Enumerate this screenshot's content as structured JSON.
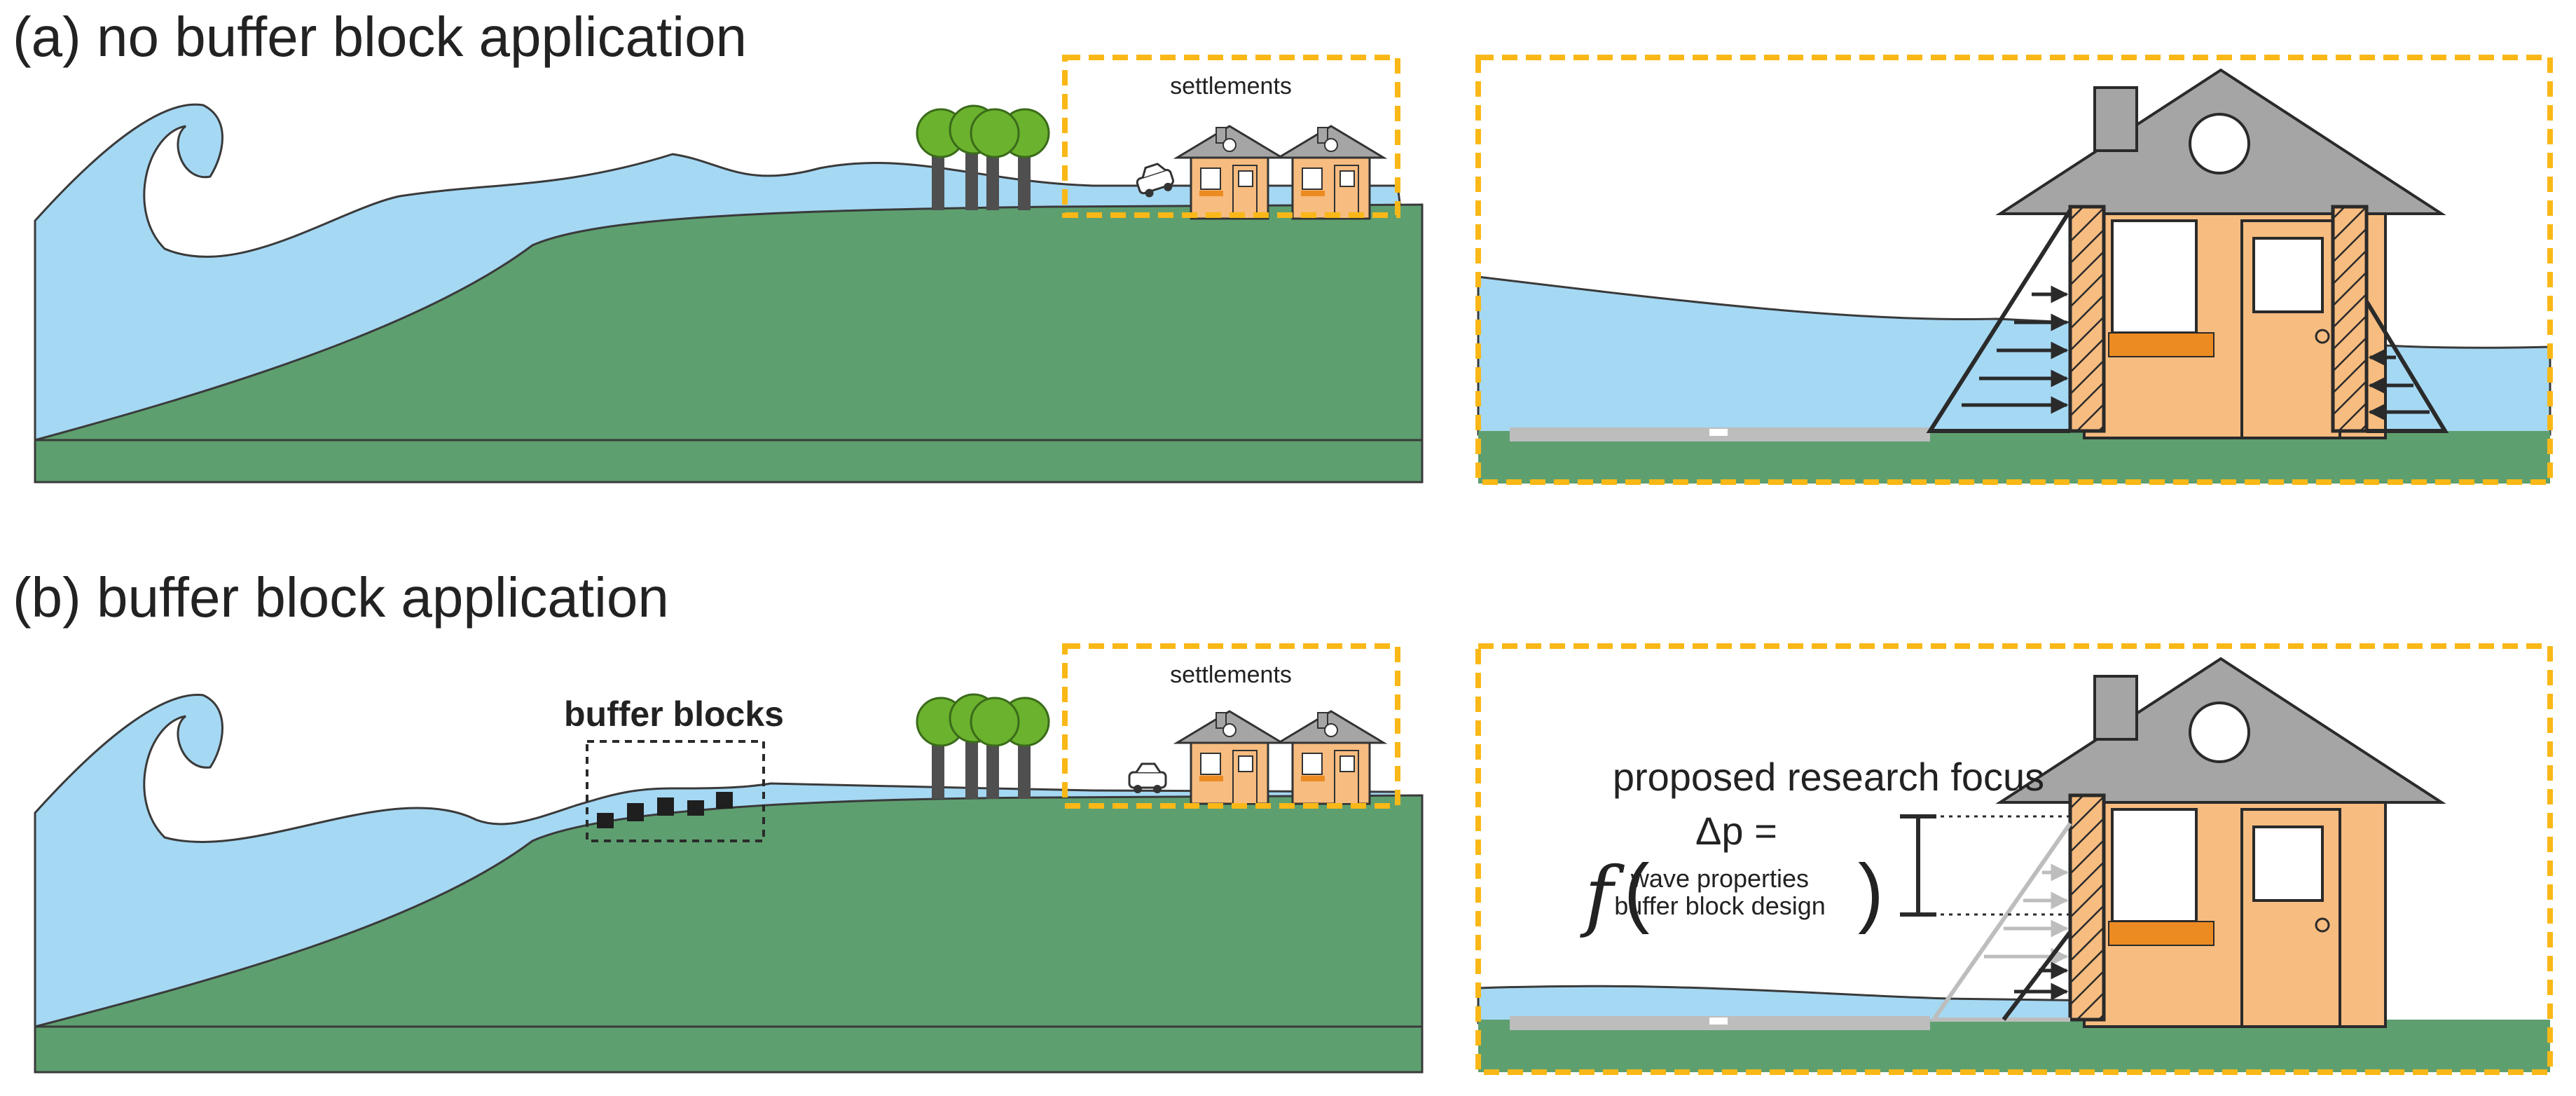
{
  "panel_a": {
    "title": "(a) no buffer block application",
    "settlements_label": "settlements"
  },
  "panel_b": {
    "title": "(b) buffer block application",
    "settlements_label": "settlements",
    "buffer_label": "buffer blocks",
    "focus_title": "proposed research focus",
    "delta_p": "Δp =",
    "function_symbol": "f",
    "open_paren": "(",
    "close_paren": ")",
    "arg1": "wave properties",
    "arg2": "buffer block design"
  },
  "colors": {
    "water": "#A5D8F3",
    "ground": "#5E9F70",
    "house_body": "#F7BC80",
    "roof": "#A5A5A5",
    "highlight_box": "#F9B817",
    "window_bar": "#EC8B22",
    "tree": "#6BB22E",
    "trunk": "#4F4F4F"
  },
  "icons": {
    "house": "house-icon",
    "car": "car-icon",
    "tree": "tree-icon"
  }
}
